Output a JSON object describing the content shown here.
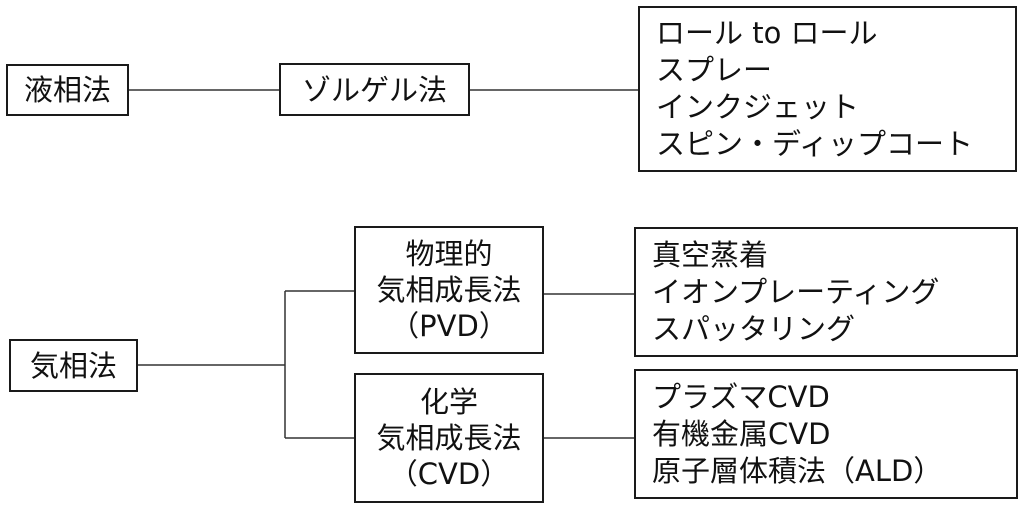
{
  "liquid": {
    "root": "液相法",
    "method": "ゾルゲル法",
    "techniques": [
      "ロール to ロール",
      "スプレー",
      "インクジェット",
      "スピン・ディップコート"
    ]
  },
  "vapor": {
    "root": "気相法",
    "pvd": {
      "lines": [
        "物理的",
        "気相成長法",
        "（PVD）"
      ],
      "techniques": [
        "真空蒸着",
        "イオンプレーティング",
        "スパッタリング"
      ]
    },
    "cvd": {
      "lines": [
        "化学",
        "気相成長法",
        "（CVD）"
      ],
      "techniques": [
        "プラズマCVD",
        "有機金属CVD",
        "原子層体積法（ALD）"
      ]
    }
  }
}
